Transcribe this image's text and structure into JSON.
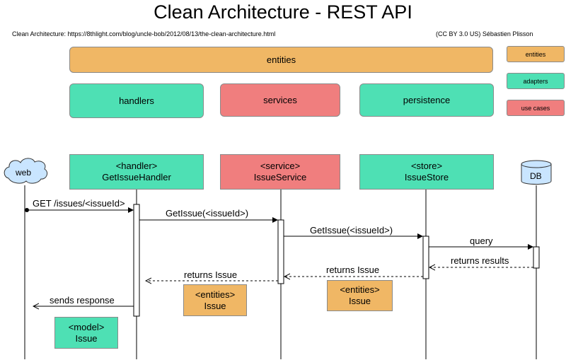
{
  "title": "Clean Architecture - REST API",
  "source": "Clean Architecture: https://8thlight.com/blog/uncle-bob/2012/08/13/the-clean-architecture.html",
  "credit": "(CC BY 3.0 US) Sébastien Plisson",
  "layers": {
    "entities": "entities",
    "handlers": "handlers",
    "services": "services",
    "persistence": "persistence"
  },
  "legend": {
    "entities": "entities",
    "adapters": "adapters",
    "use_cases": "use cases"
  },
  "participants": {
    "web": "web",
    "handler": {
      "stereotype": "<handler>",
      "name": "GetIssueHandler"
    },
    "service": {
      "stereotype": "<service>",
      "name": "IssueService"
    },
    "store": {
      "stereotype": "<store>",
      "name": "IssueStore"
    },
    "db": "DB"
  },
  "messages": {
    "get_issues": "GET /issues/<issueId>",
    "get_issue_1": "GetIssue(<issueId>)",
    "get_issue_2": "GetIssue(<issueId>)",
    "query": "query",
    "returns_results": "returns results",
    "returns_issue_1": "returns Issue",
    "returns_issue_2": "returns Issue",
    "sends_response": "sends response"
  },
  "notes": {
    "entities_issue_1": {
      "stereotype": "<entities>",
      "name": "Issue"
    },
    "entities_issue_2": {
      "stereotype": "<entities>",
      "name": "Issue"
    },
    "model_issue": {
      "stereotype": "<model>",
      "name": "Issue"
    }
  },
  "colors": {
    "entities": "#f0b765",
    "adapters": "#4ee0b4",
    "use_cases": "#f07e7e"
  }
}
